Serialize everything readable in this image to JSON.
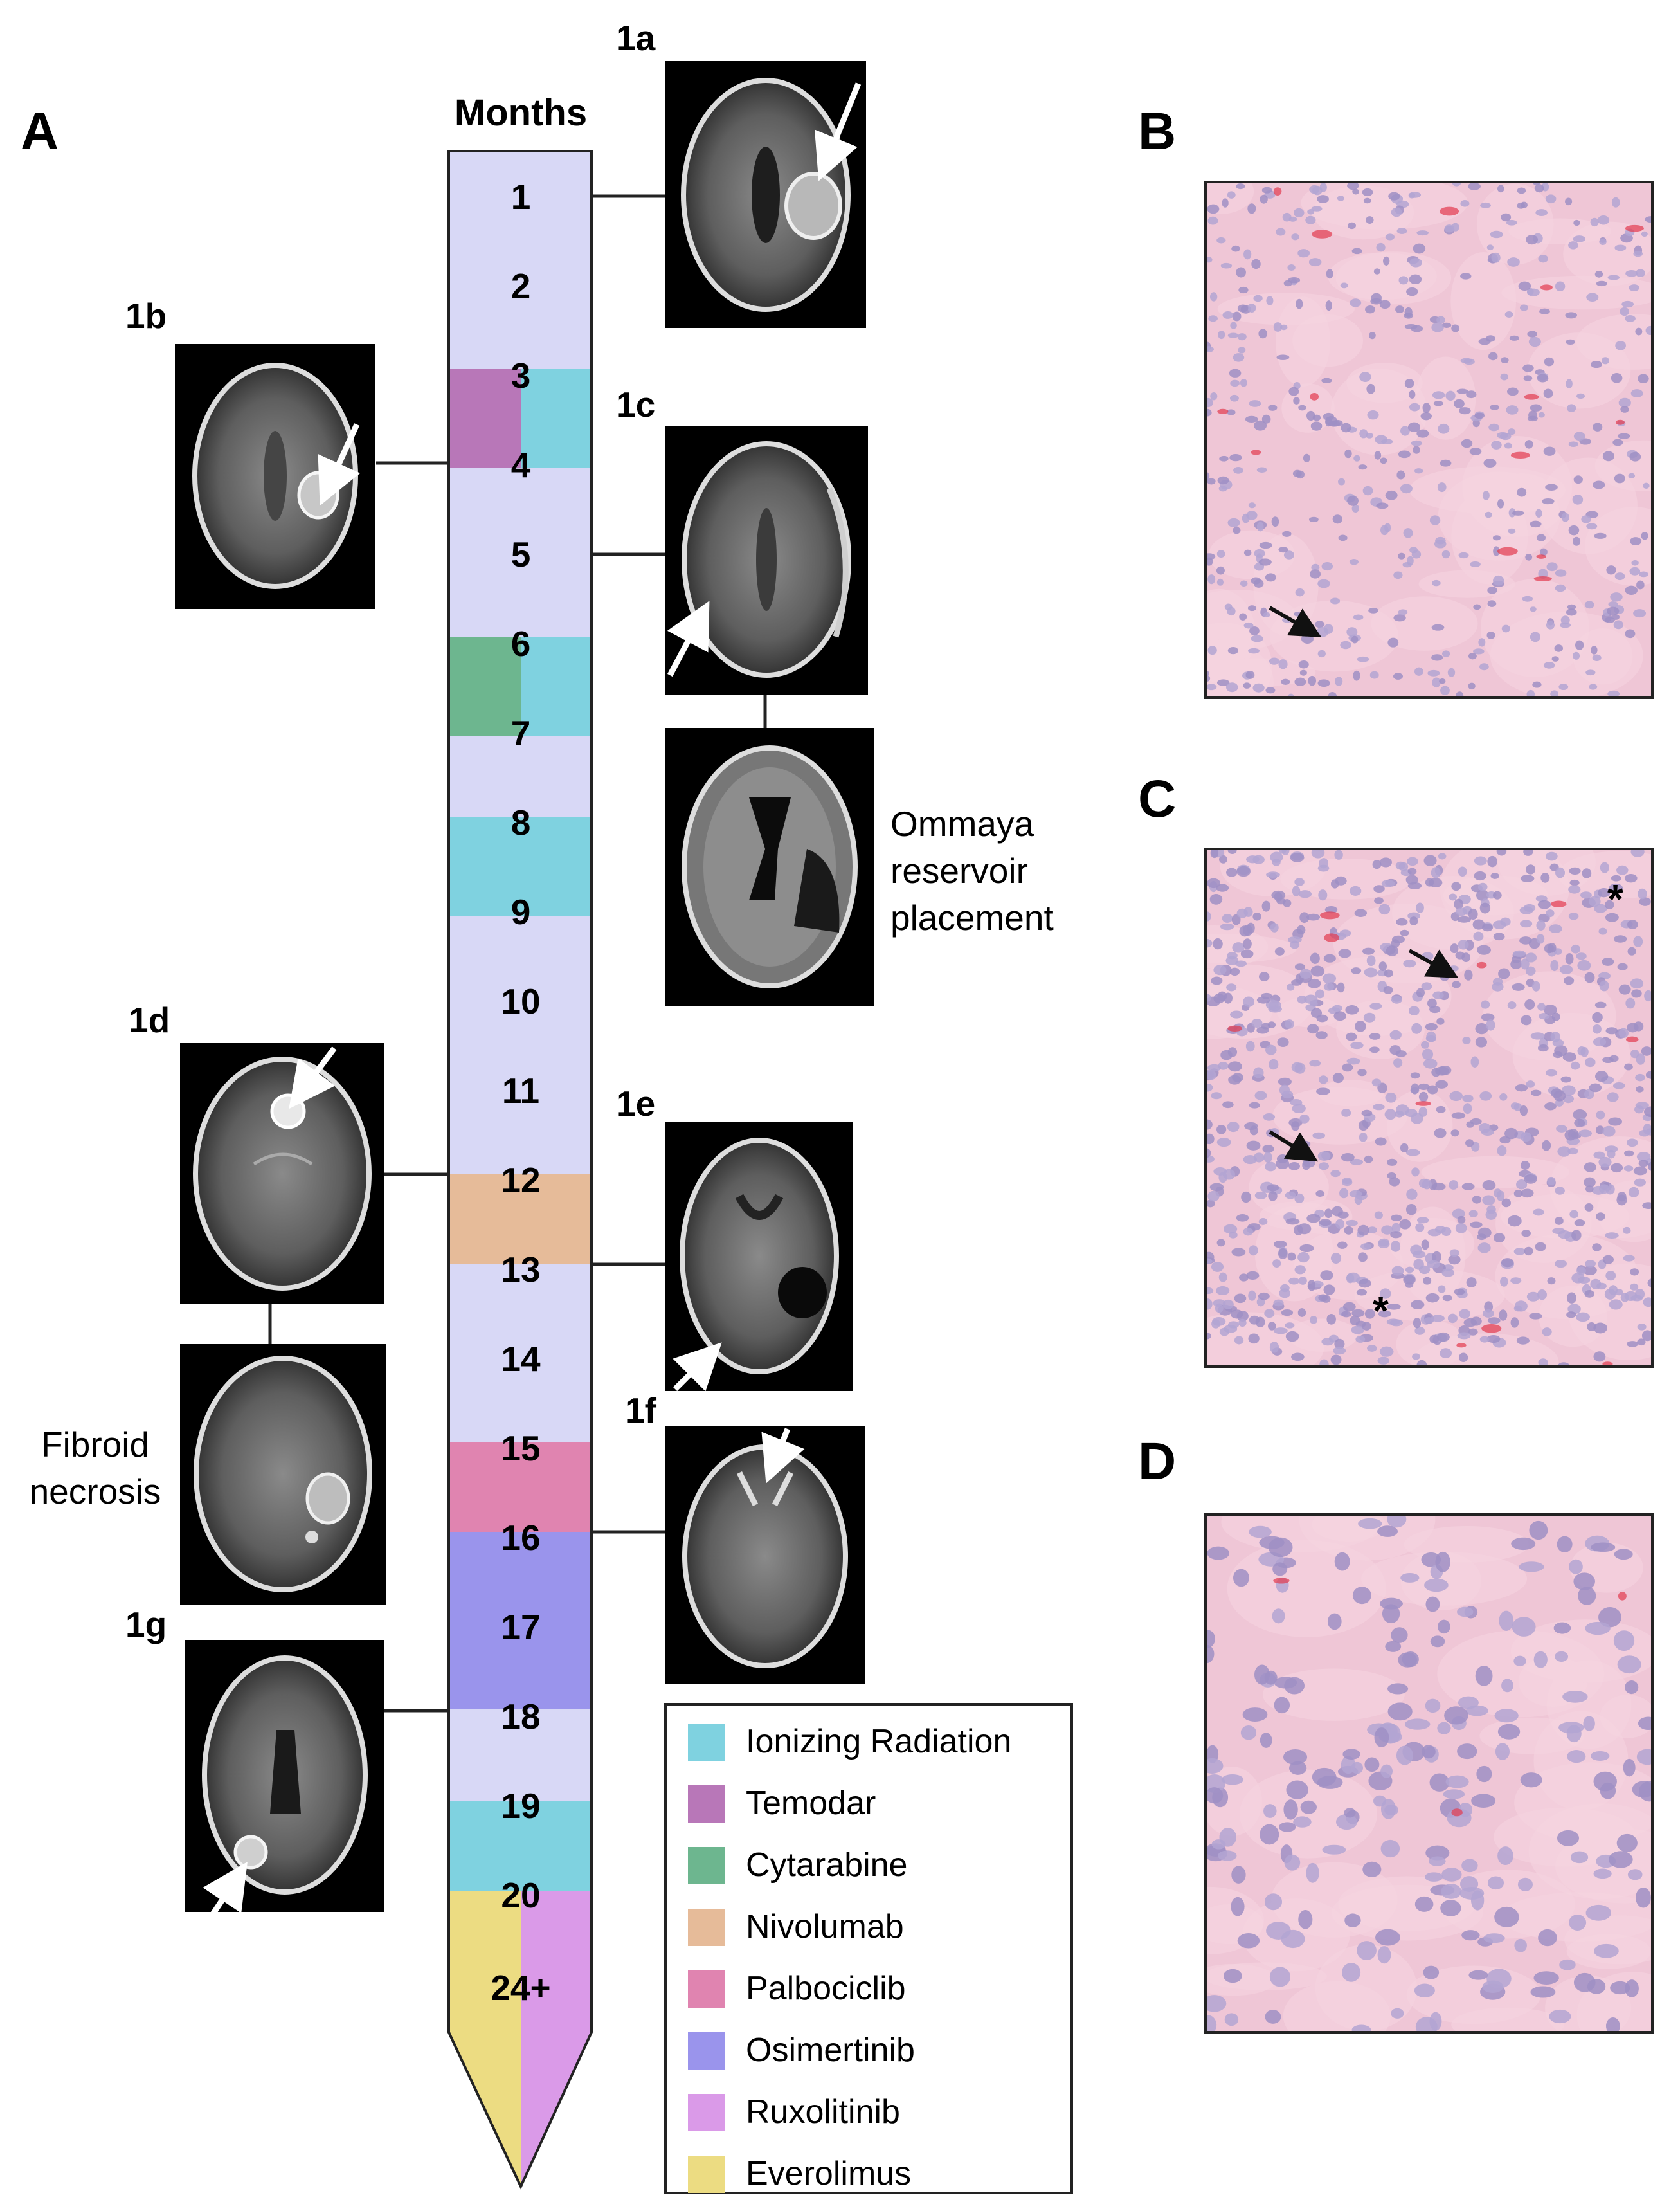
{
  "panels": {
    "A": "A",
    "B": "B",
    "C": "C",
    "D": "D"
  },
  "timeline": {
    "header": "Months",
    "months": [
      "1",
      "2",
      "3",
      "4",
      "5",
      "6",
      "7",
      "8",
      "9",
      "10",
      "11",
      "12",
      "13",
      "14",
      "15",
      "16",
      "17",
      "18",
      "19",
      "20",
      "24+"
    ]
  },
  "scans": {
    "s1a": {
      "label": "1a"
    },
    "s1b": {
      "label": "1b"
    },
    "s1c": {
      "label": "1c"
    },
    "s1d": {
      "label": "1d"
    },
    "s1e": {
      "label": "1e"
    },
    "s1f": {
      "label": "1f"
    },
    "s1g": {
      "label": "1g"
    },
    "ommaya": {
      "caption": [
        "Ommaya",
        "reservoir",
        "placement"
      ]
    },
    "fibroid": {
      "caption": [
        "Fibroid",
        "necrosis"
      ]
    }
  },
  "legend": {
    "items": [
      {
        "label": "Ionizing Radiation",
        "color": "#7fd2e0"
      },
      {
        "label": "Temodar",
        "color": "#b877b8"
      },
      {
        "label": "Cytarabine",
        "color": "#6db68f"
      },
      {
        "label": "Nivolumab",
        "color": "#e6bb99"
      },
      {
        "label": "Palbociclib",
        "color": "#e084b0"
      },
      {
        "label": "Osimertinib",
        "color": "#9a94ec"
      },
      {
        "label": "Ruxolitinib",
        "color": "#da9ae8"
      },
      {
        "label": "Everolimus",
        "color": "#ecdc82"
      }
    ]
  },
  "colors": {
    "background_bar": "#d8d8f6",
    "tissue": "#efc6d6",
    "nuclei": "#9f8fc4"
  },
  "histology": {
    "B": {
      "annotations": []
    },
    "C": {
      "annotations": [
        "*",
        "*"
      ]
    },
    "D": {
      "annotations": []
    }
  }
}
